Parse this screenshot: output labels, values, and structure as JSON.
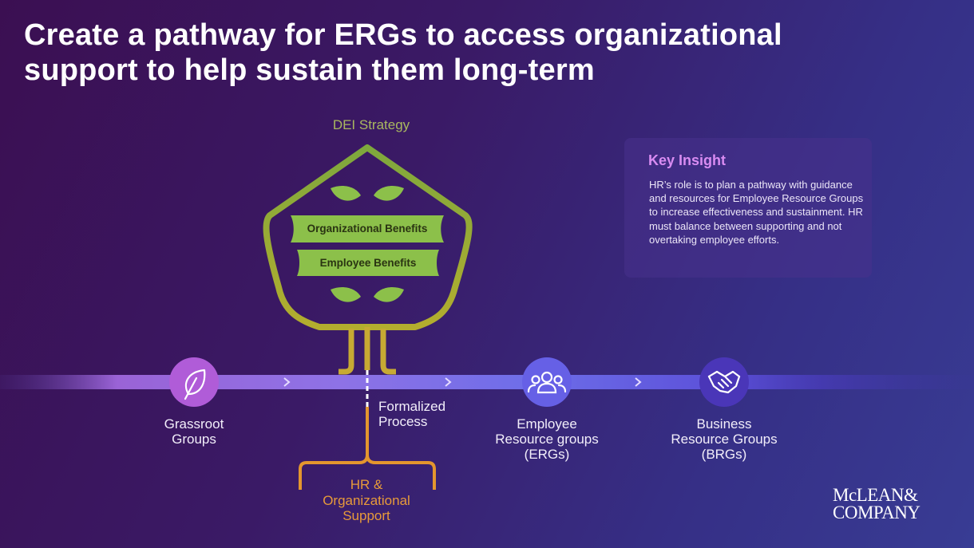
{
  "title": {
    "line1": "Create a pathway for ERGs to access organizational",
    "line2": "support to help sustain them long-term"
  },
  "diagram": {
    "top_label": "DEI Strategy",
    "benefits": [
      "Organizational Benefits",
      "Employee Benefits"
    ],
    "stages": [
      {
        "line1": "Grassroot",
        "line2": "Groups",
        "line3": "",
        "icon": "leaf-icon"
      },
      {
        "line1": "Formalized",
        "line2": "Process",
        "line3": ""
      },
      {
        "line1": "Employee",
        "line2": "Resource groups",
        "line3": "(ERGs)",
        "icon": "people-group-icon"
      },
      {
        "line1": "Business",
        "line2": "Resource Groups",
        "line3": "(BRGs)",
        "icon": "handshake-icon"
      }
    ],
    "root_label": {
      "line1": "HR &",
      "line2": "Organizational",
      "line3": "Support"
    },
    "colors": {
      "tree": "#a2b739",
      "trunk": "#c0ab32",
      "roots": "#e4962e",
      "leaf": "#8cc04a",
      "timeline": "#7b62e6",
      "stage_circle": "#b05cd8",
      "accent_title": "#d98cf2"
    }
  },
  "insight": {
    "title": "Key Insight",
    "body": "HR’s role is to plan a pathway with guidance and resources for Employee Resource Groups to increase effectiveness and sustainment. HR must balance between supporting and not overtaking employee efforts."
  },
  "logo": {
    "line1": "McLEAN&",
    "line2": "COMPANY"
  }
}
